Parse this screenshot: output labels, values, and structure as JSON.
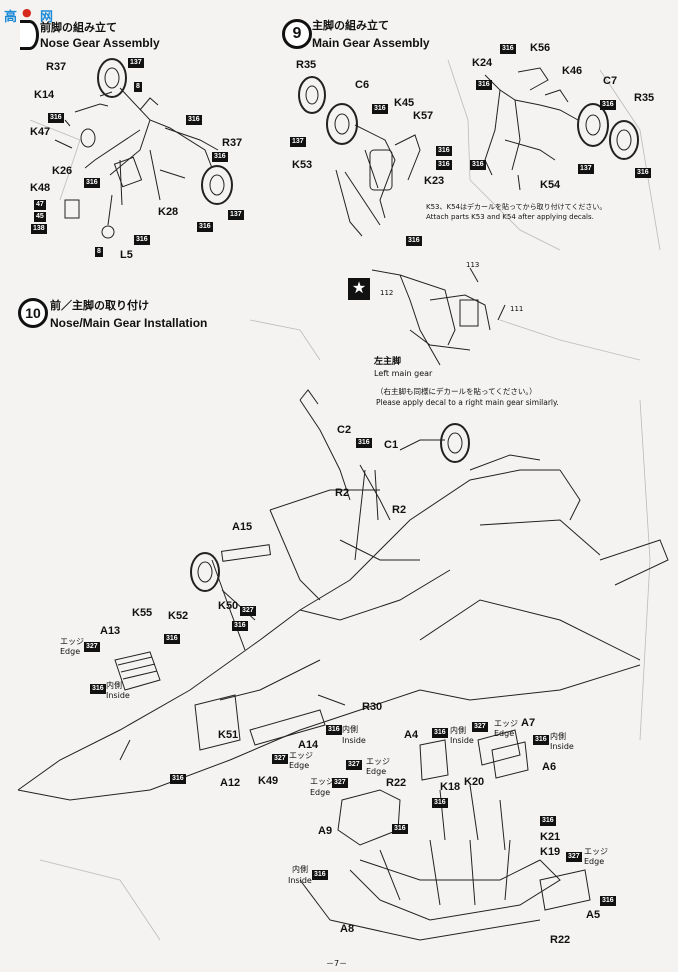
{
  "watermark": {
    "glyph_a": "高",
    "glyph_b": "网"
  },
  "step8": {
    "jp": "前脚の組み立て",
    "en": "Nose Gear Assembly"
  },
  "step9": {
    "number": "9",
    "jp": "主脚の組み立て",
    "en": "Main Gear Assembly"
  },
  "step10": {
    "number": "10",
    "jp": "前／主脚の取り付け",
    "en": "Nose/Main Gear Installation"
  },
  "notes": {
    "k53_jp": "K53、K54はデカールを貼ってから取り付けてください。",
    "k53_en": "Attach parts K53 and K54 after applying decals.",
    "left_main_jp": "左主脚",
    "left_main_en": "Left main gear",
    "right_jp": "（右主脚も同様にデカールを貼ってください。）",
    "right_en": "Please apply decal to a right main gear similarly."
  },
  "terms": {
    "edge_jp": "エッジ",
    "edge_en": "Edge",
    "inside_jp": "内側",
    "inside_en": "Inside"
  },
  "page_number": "－7－",
  "parts": {
    "R37": "R37",
    "K14": "K14",
    "K47": "K47",
    "K26": "K26",
    "K48": "K48",
    "K28": "K28",
    "L5": "L5",
    "R35": "R35",
    "C6": "C6",
    "K45": "K45",
    "K57": "K57",
    "K53": "K53",
    "K23": "K23",
    "K56": "K56",
    "K24": "K24",
    "K46": "K46",
    "C7": "C7",
    "K54": "K54",
    "C2": "C2",
    "C1": "C1",
    "R2": "R2",
    "A15": "A15",
    "K55": "K55",
    "K52": "K52",
    "K50": "K50",
    "A13": "A13",
    "R30": "R30",
    "A14": "A14",
    "K51": "K51",
    "A12": "A12",
    "K49": "K49",
    "A4": "A4",
    "A7": "A7",
    "A6": "A6",
    "R22": "R22",
    "K18": "K18",
    "K20": "K20",
    "A9": "A9",
    "K21": "K21",
    "K19": "K19",
    "A5": "A5",
    "A8": "A8"
  },
  "colors": {
    "316": "316",
    "327": "327",
    "137": "137",
    "8": "8",
    "47": "47",
    "45": "45",
    "138": "138",
    "113": "113",
    "111": "111",
    "112": "112"
  }
}
